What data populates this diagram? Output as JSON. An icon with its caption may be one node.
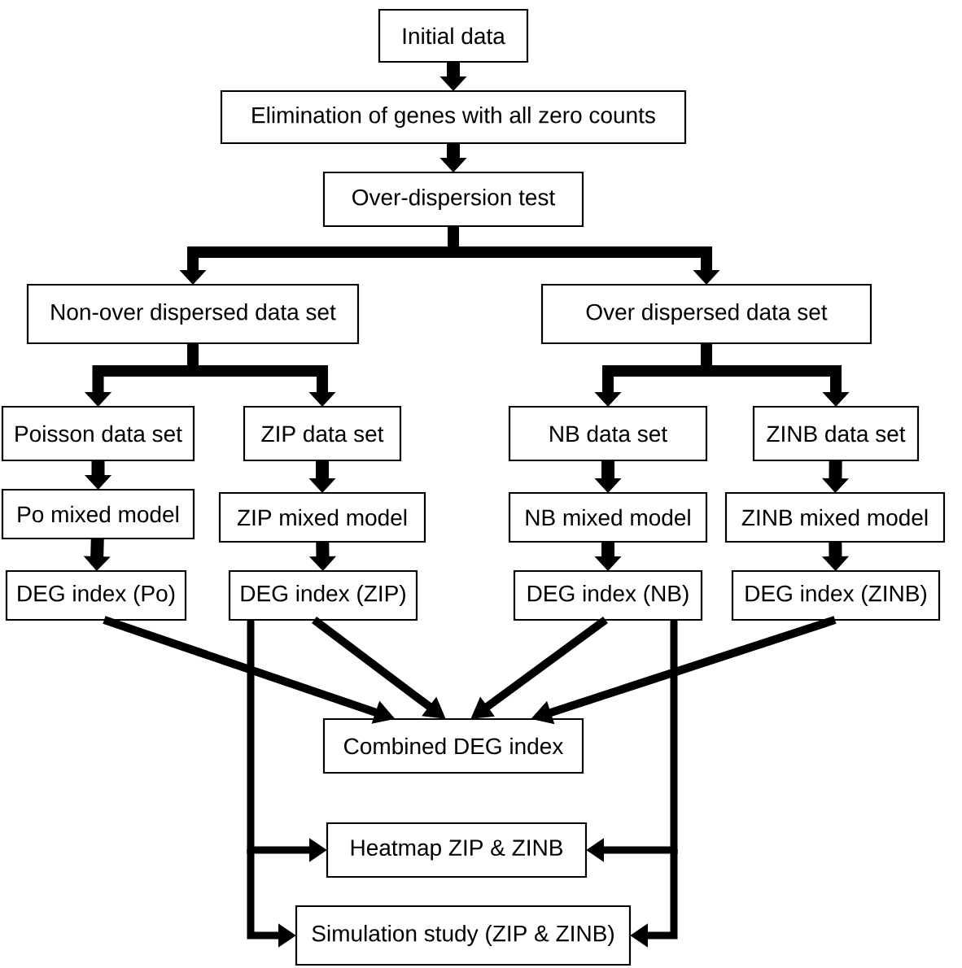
{
  "diagram": {
    "nodes": [
      {
        "text": [
          "Initial data"
        ]
      },
      {
        "text": [
          "Elimination of genes with all zero counts"
        ]
      },
      {
        "text": [
          "Over-dispersion test"
        ]
      },
      {
        "text": [
          "Non-over dispersed data set"
        ]
      },
      {
        "text": [
          "Over dispersed data set"
        ]
      },
      {
        "text": [
          "Poisson data set"
        ]
      },
      {
        "text": [
          "ZIP data set"
        ]
      },
      {
        "text": [
          "NB data set"
        ]
      },
      {
        "text": [
          "ZINB data set"
        ]
      },
      {
        "text": [
          "Po mixed model"
        ]
      },
      {
        "text": [
          "ZIP mixed model"
        ]
      },
      {
        "text": [
          "NB mixed model"
        ]
      },
      {
        "text": [
          "ZINB mixed model"
        ]
      },
      {
        "text": [
          "DEG index (Po)"
        ]
      },
      {
        "text": [
          "DEG index (ZIP)"
        ]
      },
      {
        "text": [
          "DEG index (NB)"
        ]
      },
      {
        "text": [
          "DEG index (ZINB)"
        ]
      },
      {
        "text": [
          "Combined DEG index"
        ]
      },
      {
        "text": [
          "Heatmap ZIP & ZINB"
        ]
      },
      {
        "text": [
          "Simulation study (ZIP & ZINB)"
        ]
      }
    ],
    "edges": [
      {
        "from": 0,
        "to": 1,
        "arrow": "to"
      },
      {
        "from": 1,
        "to": 2,
        "arrow": "to"
      },
      {
        "from": 2,
        "to": 3,
        "arrow": "to"
      },
      {
        "from": 2,
        "to": 4,
        "arrow": "to"
      },
      {
        "from": 3,
        "to": 5,
        "arrow": "to"
      },
      {
        "from": 3,
        "to": 6,
        "arrow": "to"
      },
      {
        "from": 4,
        "to": 7,
        "arrow": "to"
      },
      {
        "from": 4,
        "to": 8,
        "arrow": "to"
      },
      {
        "from": 5,
        "to": 9,
        "arrow": "to"
      },
      {
        "from": 6,
        "to": 10,
        "arrow": "to"
      },
      {
        "from": 7,
        "to": 11,
        "arrow": "to"
      },
      {
        "from": 8,
        "to": 12,
        "arrow": "to"
      },
      {
        "from": 9,
        "to": 13,
        "arrow": "to"
      },
      {
        "from": 10,
        "to": 14,
        "arrow": "to"
      },
      {
        "from": 11,
        "to": 15,
        "arrow": "to"
      },
      {
        "from": 12,
        "to": 16,
        "arrow": "to"
      },
      {
        "from": 13,
        "to": 17,
        "arrow": "to"
      },
      {
        "from": 14,
        "to": 17,
        "arrow": "to"
      },
      {
        "from": 15,
        "to": 17,
        "arrow": "to"
      },
      {
        "from": 16,
        "to": 17,
        "arrow": "to"
      },
      {
        "from": 14,
        "to": 18,
        "arrow": "to"
      },
      {
        "from": 14,
        "to": 19,
        "arrow": "to"
      },
      {
        "from": 15,
        "to": 18,
        "arrow": "to"
      },
      {
        "from": 15,
        "to": 19,
        "arrow": "to"
      }
    ]
  }
}
